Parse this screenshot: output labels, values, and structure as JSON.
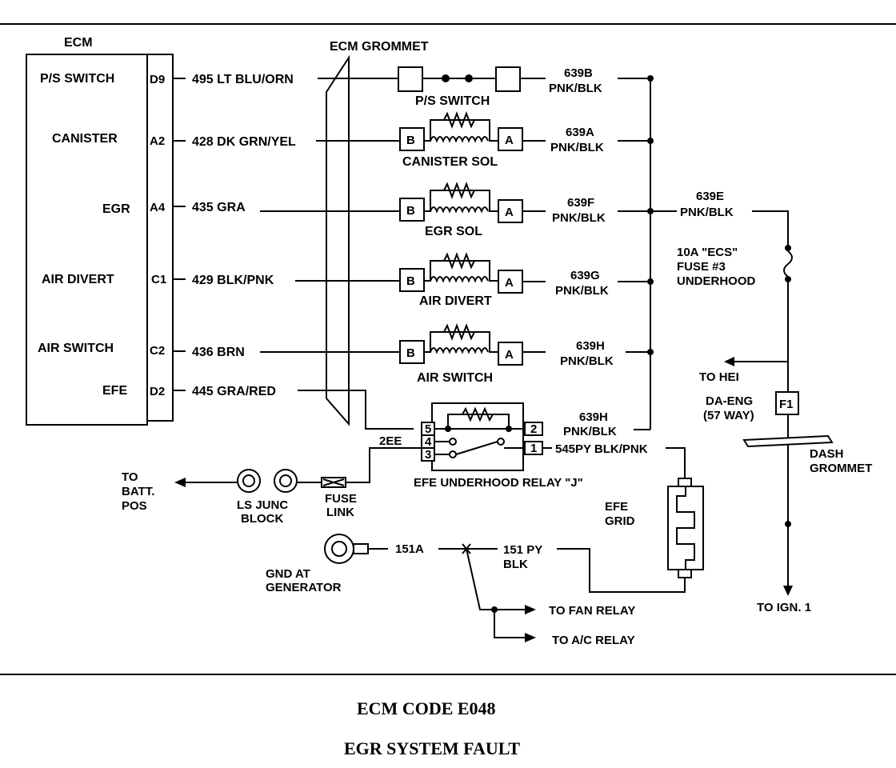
{
  "ecm": {
    "title": "ECM",
    "pins": [
      {
        "name": "P/S SWITCH",
        "pin": "D9",
        "wire": "495 LT BLU/ORN"
      },
      {
        "name": "CANISTER",
        "pin": "A2",
        "wire": "428 DK GRN/YEL"
      },
      {
        "name": "EGR",
        "pin": "A4",
        "wire": "435 GRA"
      },
      {
        "name": "AIR DIVERT",
        "pin": "C1",
        "wire": "429 BLK/PNK"
      },
      {
        "name": "AIR SWITCH",
        "pin": "C2",
        "wire": "436 BRN"
      },
      {
        "name": "EFE",
        "pin": "D2",
        "wire": "445 GRA/RED"
      }
    ]
  },
  "grommet": {
    "label": "ECM GROMMET"
  },
  "components": {
    "ps_switch": "P/S SWITCH",
    "canister_sol": "CANISTER SOL",
    "egr_sol": "EGR SOL",
    "air_divert": "AIR DIVERT",
    "air_switch": "AIR SWITCH",
    "terminal_b": "B",
    "terminal_a": "A"
  },
  "feeds": [
    {
      "circuit": "639B",
      "color": "PNK/BLK"
    },
    {
      "circuit": "639A",
      "color": "PNK/BLK"
    },
    {
      "circuit": "639F",
      "color": "PNK/BLK"
    },
    {
      "circuit": "639G",
      "color": "PNK/BLK"
    },
    {
      "circuit": "639H",
      "color": "PNK/BLK"
    },
    {
      "circuit": "639H",
      "color": "PNK/BLK"
    }
  ],
  "right": {
    "feed_circuit": "639E",
    "feed_color": "PNK/BLK",
    "fuse_line1": "10A \"ECS\"",
    "fuse_line2": "FUSE #3",
    "fuse_line3": "UNDERHOOD",
    "to_hei": "TO HEI",
    "connector_line1": "DA-ENG",
    "connector_line2": "(57 WAY)",
    "connector_pin": "F1",
    "dash_grommet_line1": "DASH",
    "dash_grommet_line2": "GROMMET",
    "to_ign": "TO IGN. 1"
  },
  "relay": {
    "label": "EFE UNDERHOOD RELAY \"J\"",
    "pins": [
      "5",
      "4",
      "3",
      "2",
      "1"
    ],
    "wire_2ee": "2EE",
    "out_wire": "545PY BLK/PNK"
  },
  "battery": {
    "to_batt_line1": "TO",
    "to_batt_line2": "BATT.",
    "to_batt_line3": "POS",
    "ls_junc_line1": "LS JUNC",
    "ls_junc_line2": "BLOCK",
    "fuse_link_line1": "FUSE",
    "fuse_link_line2": "LINK"
  },
  "efe_grid": {
    "line1": "EFE",
    "line2": "GRID"
  },
  "ground": {
    "gnd_line1": "GND AT",
    "gnd_line2": "GENERATOR",
    "wire_151a": "151A",
    "wire_151_line1": "151 PY",
    "wire_151_line2": "BLK",
    "to_fan": "TO FAN RELAY",
    "to_ac": "TO A/C RELAY"
  },
  "caption": {
    "line1": "ECM CODE E048",
    "line2": "EGR SYSTEM FAULT"
  }
}
